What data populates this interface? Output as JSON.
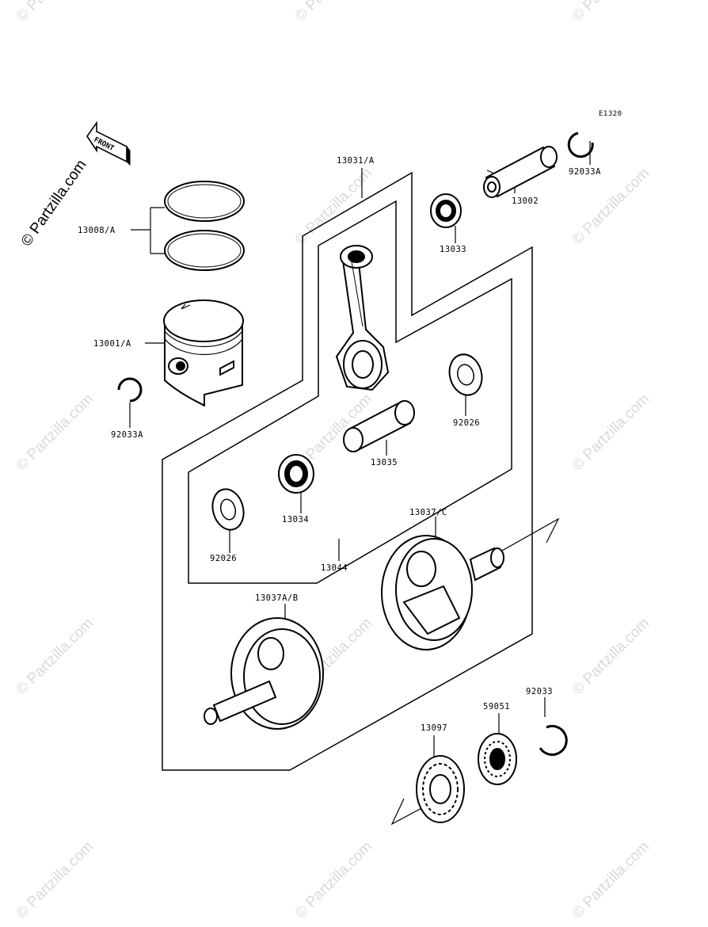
{
  "diagram": {
    "code": "E1320",
    "front_label": "FRONT",
    "copyright": "© Partzilla.com",
    "watermark_text": "© Partzilla.com",
    "labels": {
      "piston_rings": "13008/A",
      "piston": "13001/A",
      "circlip_left": "92033A",
      "conn_rod": "13031/A",
      "needle_bearing_top": "13033",
      "piston_pin": "13002",
      "circlip_top": "92033A",
      "washer_right": "92026",
      "crank_pin": "13035",
      "needle_bearing_lower": "13034",
      "washer_left": "92026",
      "crankshaft_assy": "13044",
      "crank_half_right": "13037/C",
      "crank_half_left": "13037A/B",
      "gear_small": "59051",
      "circlip_gear": "92033",
      "gear_large": "13097"
    }
  }
}
